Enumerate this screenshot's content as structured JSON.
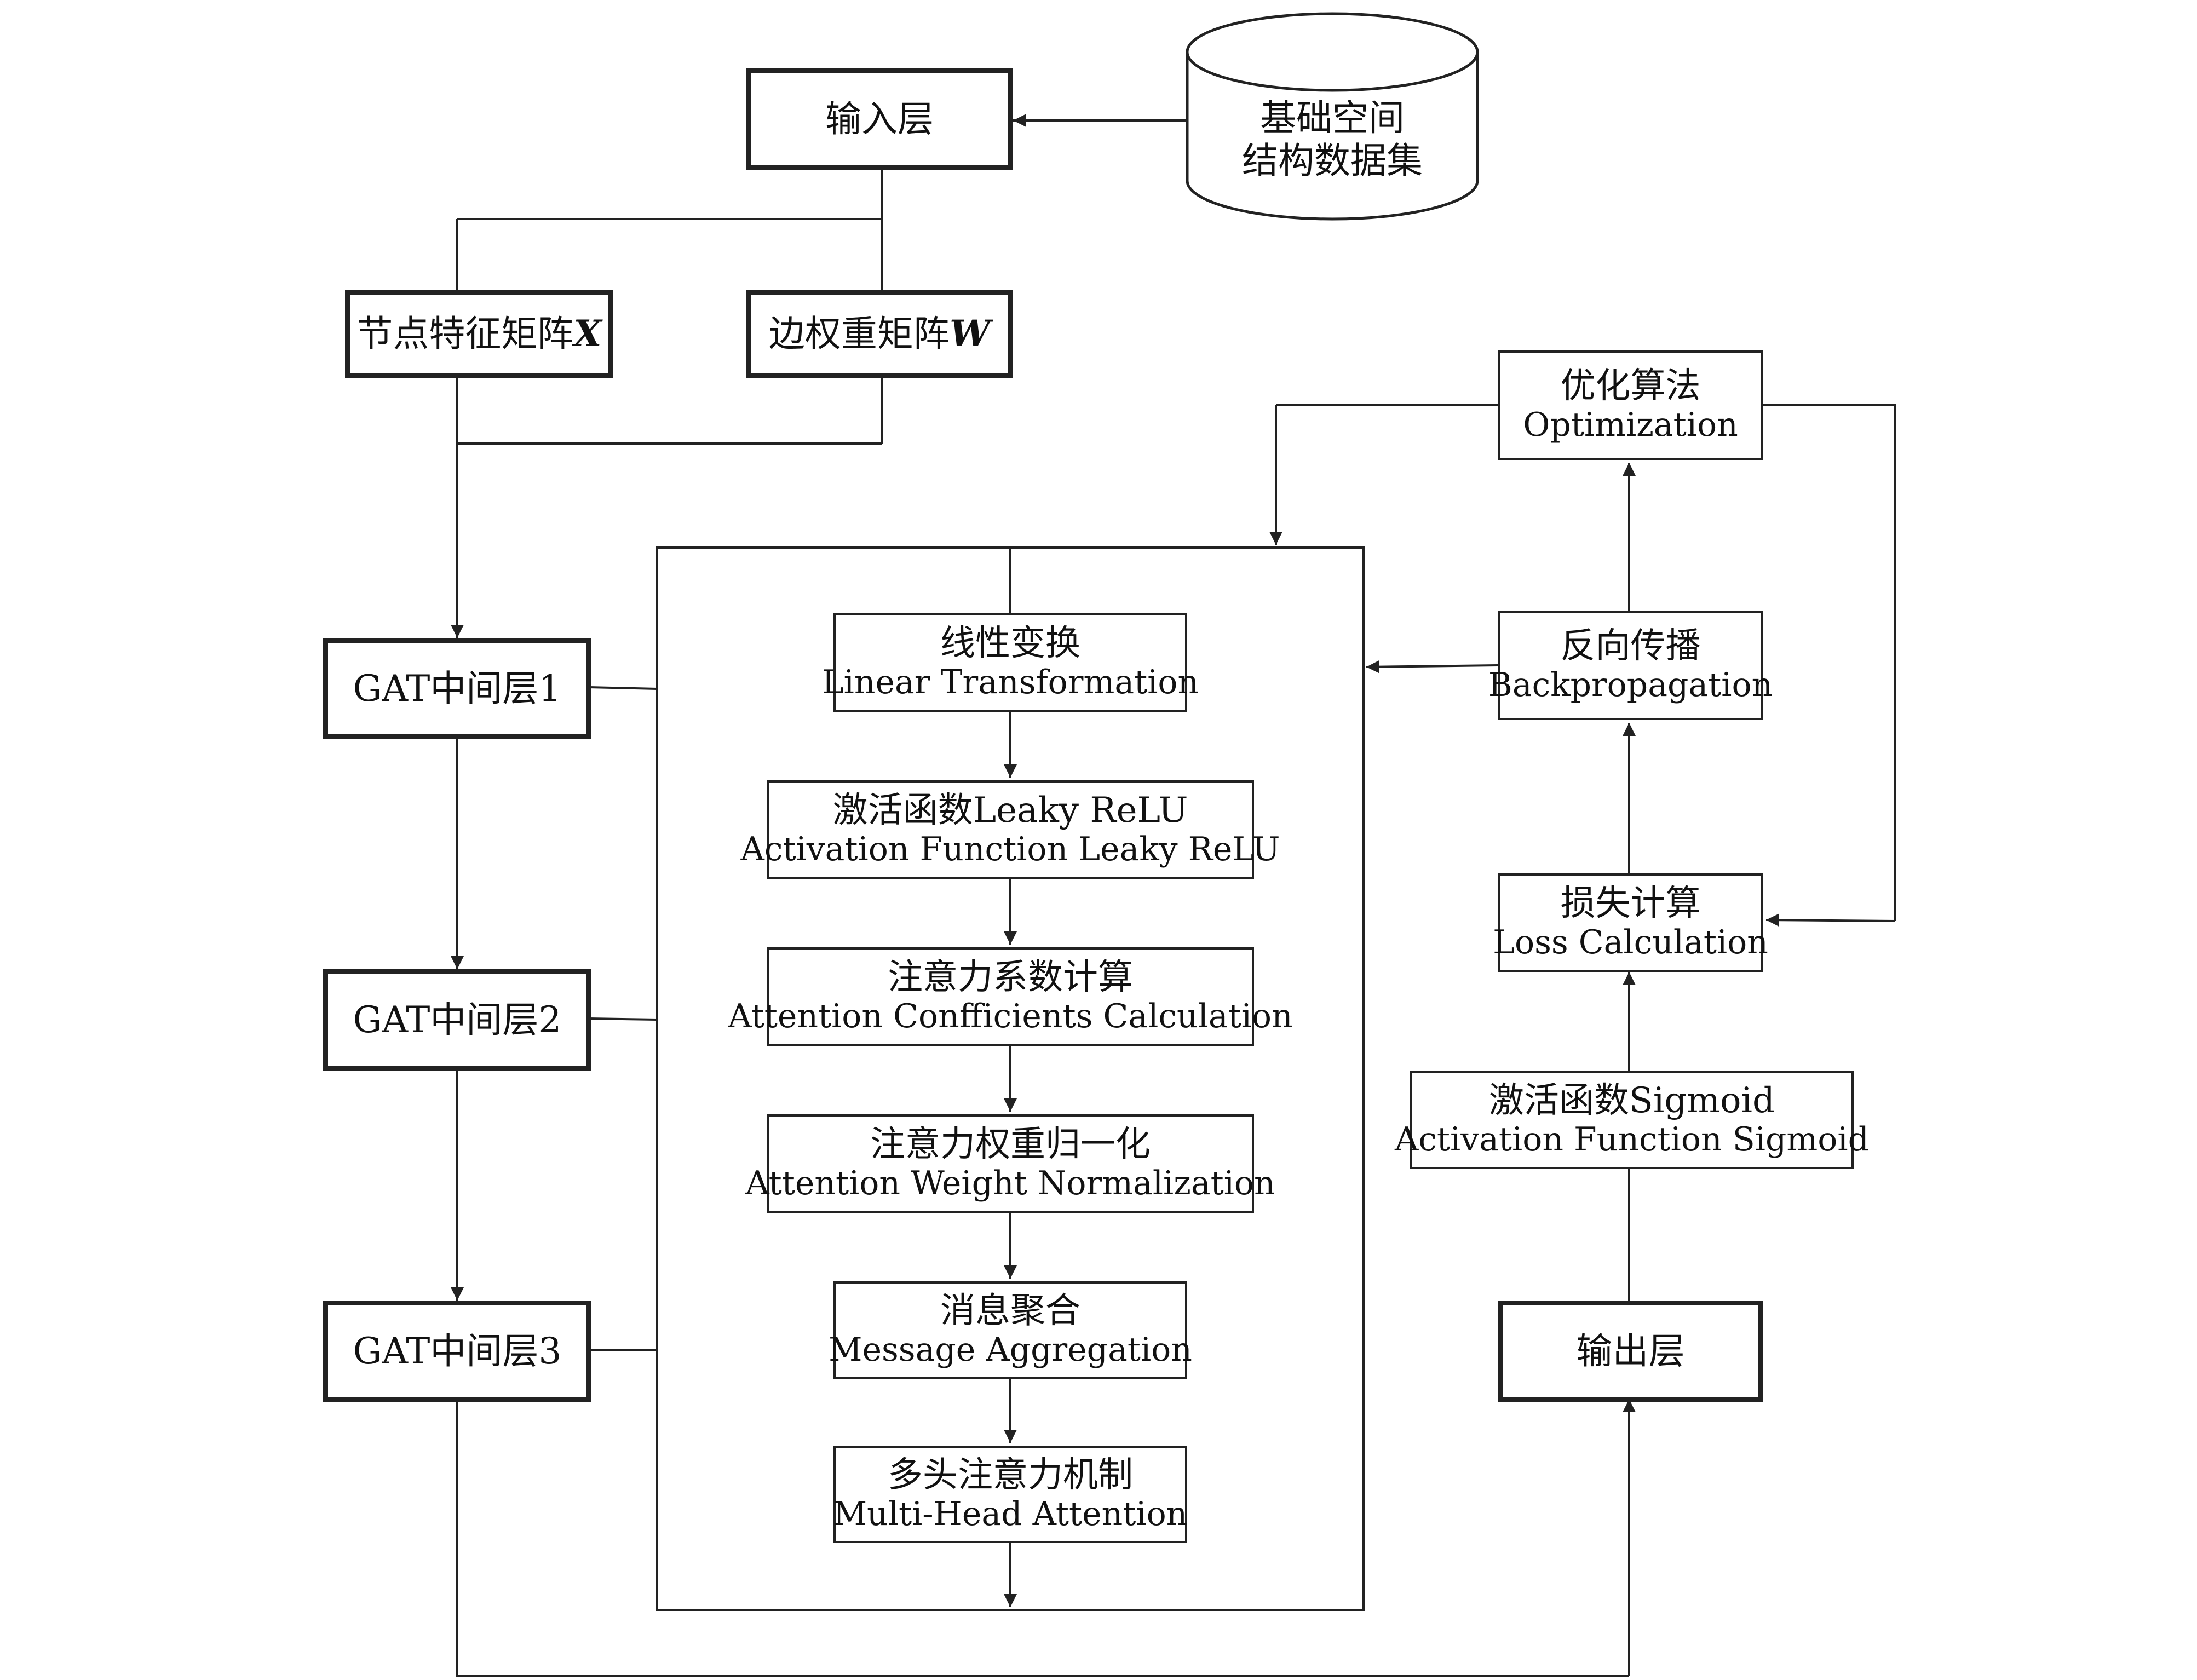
{
  "diagram": {
    "database": {
      "line1": "基础空间",
      "line2": "结构数据集"
    },
    "input_layer": "输入层",
    "node_feature_matrix": {
      "text": "节点特征矩阵",
      "var": "X"
    },
    "edge_weight_matrix": {
      "text": "边权重矩阵",
      "var": "W"
    },
    "gat_layers": [
      "GAT中间层1",
      "GAT中间层2",
      "GAT中间层3"
    ],
    "gat_steps": [
      {
        "cn": "线性变换",
        "en": "Linear Transformation"
      },
      {
        "cn": "激活函数Leaky ReLU",
        "en": "Activation Function Leaky ReLU"
      },
      {
        "cn": "注意力系数计算",
        "en": "Attention Confficients Calculation"
      },
      {
        "cn": "注意力权重归一化",
        "en": "Attention Weight Normalization"
      },
      {
        "cn": "消息聚合",
        "en": "Message Aggregation"
      },
      {
        "cn": "多头注意力机制",
        "en": "Multi-Head Attention"
      }
    ],
    "optimization": {
      "cn": "优化算法",
      "en": "Optimization"
    },
    "backpropagation": {
      "cn": "反向传播",
      "en": "Backpropagation"
    },
    "loss": {
      "cn": "损失计算",
      "en": "Loss Calculation"
    },
    "sigmoid": {
      "cn": "激活函数Sigmoid",
      "en": "Activation Function Sigmoid"
    },
    "output_layer": "输出层"
  }
}
